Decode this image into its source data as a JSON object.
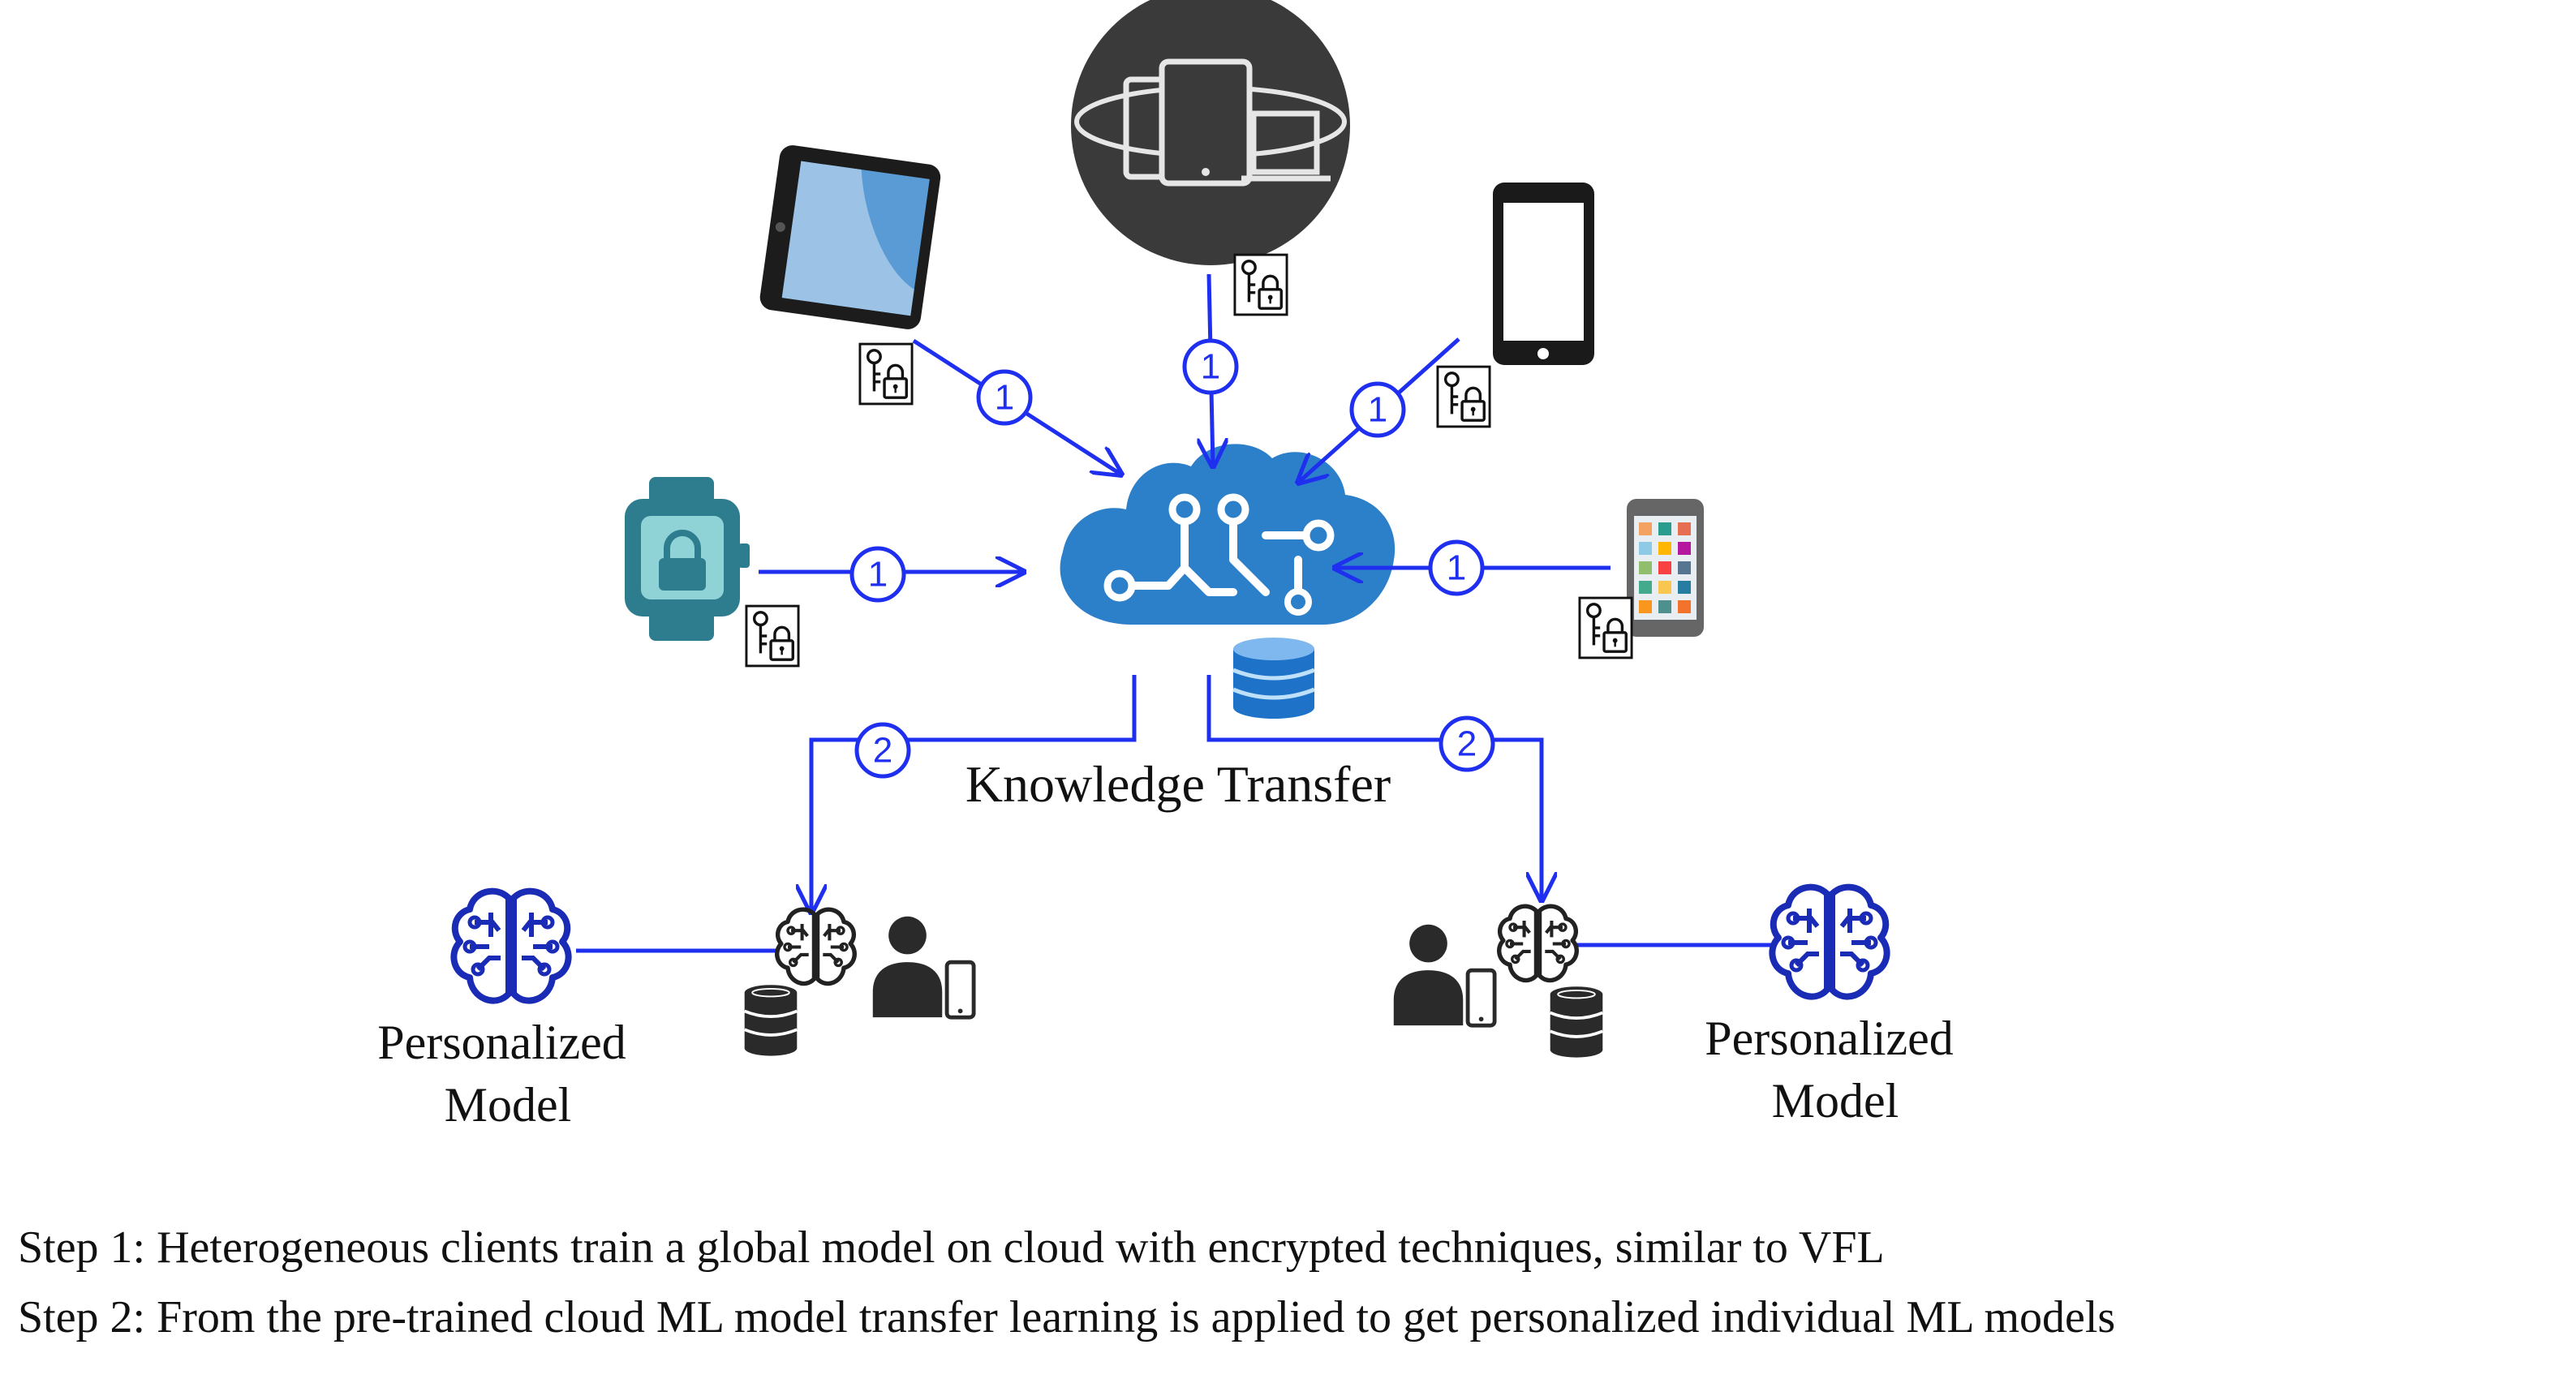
{
  "diagram": {
    "center_label": "Knowledge Transfer",
    "step_marker_1": "1",
    "step_marker_2": "2",
    "left_model_label": [
      "Personalized",
      "Model"
    ],
    "right_model_label": [
      "Personalized",
      "Model"
    ],
    "icons": {
      "clients": [
        "tablet-icon",
        "multi-device-icon",
        "smartphone-icon",
        "smartwatch-lock-icon",
        "color-smartphone-icon"
      ],
      "encryption": "key-lock-icon",
      "cloud": "cloud-brain-icon",
      "cloud_storage": "database-icon",
      "personal_model": "brain-icon",
      "user": "person-icon",
      "user_device": "phone-icon",
      "local_storage": "database-icon"
    },
    "colors": {
      "arrow": "#1f2ff0",
      "cloud_brain": "#2c7fc9",
      "watch": "#2e7d8f",
      "personal_brain": "#1a2bb5"
    }
  },
  "steps": [
    "Step 1: Heterogeneous clients train a global model on cloud with encrypted techniques, similar to VFL",
    "Step 2: From the pre-trained cloud ML model transfer learning is applied to get personalized individual ML models"
  ]
}
